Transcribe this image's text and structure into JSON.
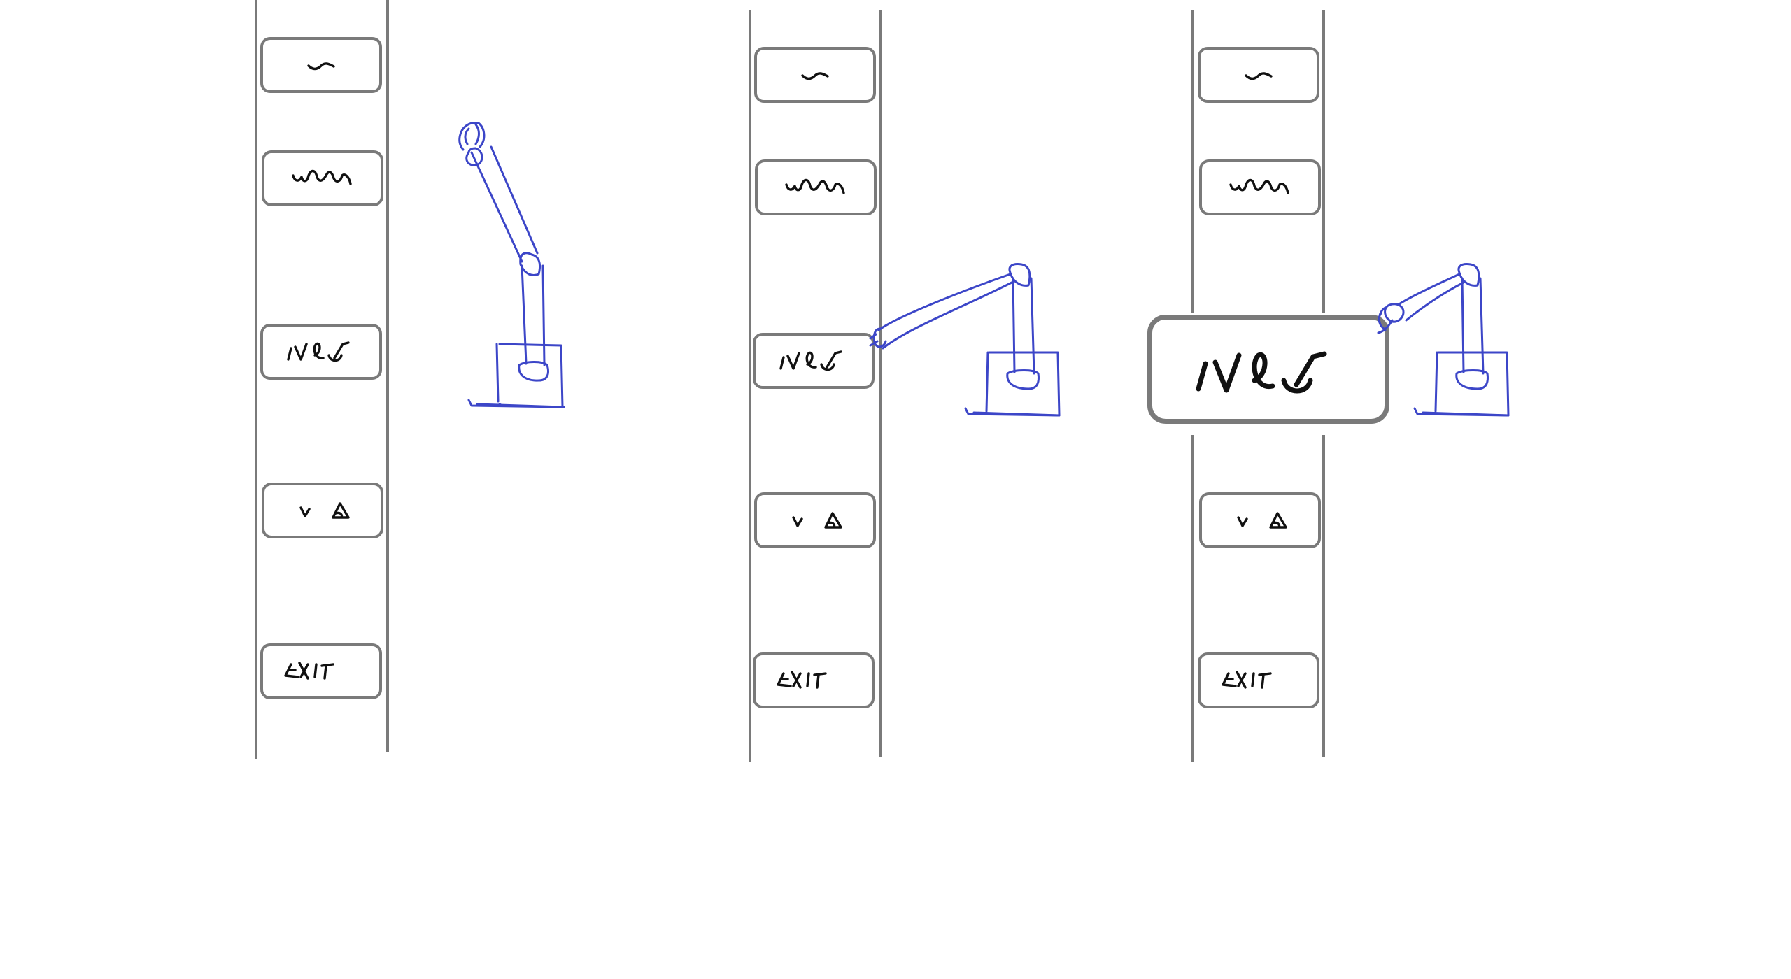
{
  "diagram": {
    "panels": [
      {
        "step": "before",
        "arm_state": "idle",
        "buttons": [
          {
            "label": "~",
            "state": "normal"
          },
          {
            "label": "~m~",
            "state": "normal"
          },
          {
            "label": "NEW",
            "state": "normal"
          },
          {
            "label": "v Δ",
            "state": "normal"
          },
          {
            "label": "EXIT",
            "state": "normal"
          }
        ]
      },
      {
        "step": "reach",
        "arm_state": "touching NEW",
        "buttons": [
          {
            "label": "~",
            "state": "normal"
          },
          {
            "label": "~m~",
            "state": "normal"
          },
          {
            "label": "NEW",
            "state": "touched"
          },
          {
            "label": "v Δ",
            "state": "normal"
          },
          {
            "label": "EXIT",
            "state": "normal"
          }
        ]
      },
      {
        "step": "pull",
        "arm_state": "pulling NEW out",
        "buttons": [
          {
            "label": "~",
            "state": "normal"
          },
          {
            "label": "~m~",
            "state": "normal"
          },
          {
            "label": "NEW",
            "state": "enlarged"
          },
          {
            "label": "v Δ",
            "state": "normal"
          },
          {
            "label": "EXIT",
            "state": "normal"
          }
        ]
      }
    ],
    "colors": {
      "rail": "#7a7a7a",
      "arm": "#3c46c8",
      "ink": "#111111",
      "background": "#ffffff"
    },
    "icons": [
      "robot-arm-icon"
    ]
  }
}
